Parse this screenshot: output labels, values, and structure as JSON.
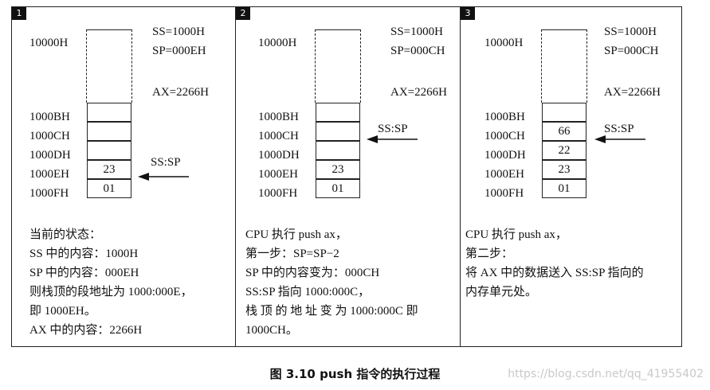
{
  "panels": [
    {
      "number": "1",
      "top_address": "10000H",
      "regs": [
        "SS=1000H",
        "SP=000EH",
        "AX=2266H"
      ],
      "pointer_label": "SS:SP",
      "addresses": [
        "1000BH",
        "1000CH",
        "1000DH",
        "1000EH",
        "1000FH"
      ],
      "cells": [
        "",
        "",
        "",
        "23",
        "01"
      ],
      "desc": [
        "当前的状态：",
        "SS 中的内容：1000H",
        "SP 中的内容：000EH",
        "则栈顶的段地址为 1000:000E，",
        "即 1000EH。",
        "AX 中的内容：2266H"
      ]
    },
    {
      "number": "2",
      "top_address": "10000H",
      "regs": [
        "SS=1000H",
        "SP=000CH",
        "AX=2266H"
      ],
      "pointer_label": "SS:SP",
      "addresses": [
        "1000BH",
        "1000CH",
        "1000DH",
        "1000EH",
        "1000FH"
      ],
      "cells": [
        "",
        "",
        "",
        "23",
        "01"
      ],
      "desc": [
        "CPU 执行 push ax，",
        "第一步：SP=SP−2",
        "SP 中的内容变为：000CH",
        "SS:SP 指向 1000:000C，",
        "栈 顶 的 地 址 变 为 1000:000C 即",
        "1000CH。"
      ]
    },
    {
      "number": "3",
      "top_address": "10000H",
      "regs": [
        "SS=1000H",
        "SP=000CH",
        "AX=2266H"
      ],
      "pointer_label": "SS:SP",
      "addresses": [
        "1000BH",
        "1000CH",
        "1000DH",
        "1000EH",
        "1000FH"
      ],
      "cells": [
        "",
        "66",
        "22",
        "23",
        "01"
      ],
      "desc": [
        "CPU 执行 push ax，",
        "第二步：",
        "将 AX 中的数据送入 SS:SP 指向的",
        "内存单元处。"
      ]
    }
  ],
  "caption": "图 3.10   push 指令的执行过程",
  "watermark": "https://blog.csdn.net/qq_41955402"
}
